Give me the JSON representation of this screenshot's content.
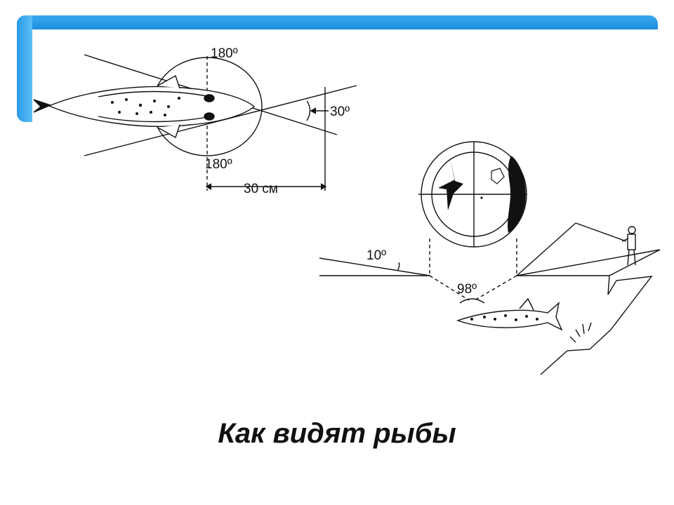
{
  "title": "Как видят рыбы",
  "labels": {
    "angle_top": "180º",
    "angle_bottom": "180º",
    "angle_side": "30º",
    "distance": "30 см",
    "angle_surface": "10º",
    "angle_window": "98º"
  },
  "colors": {
    "frame": "#1e8fe0",
    "ink": "#111111"
  }
}
